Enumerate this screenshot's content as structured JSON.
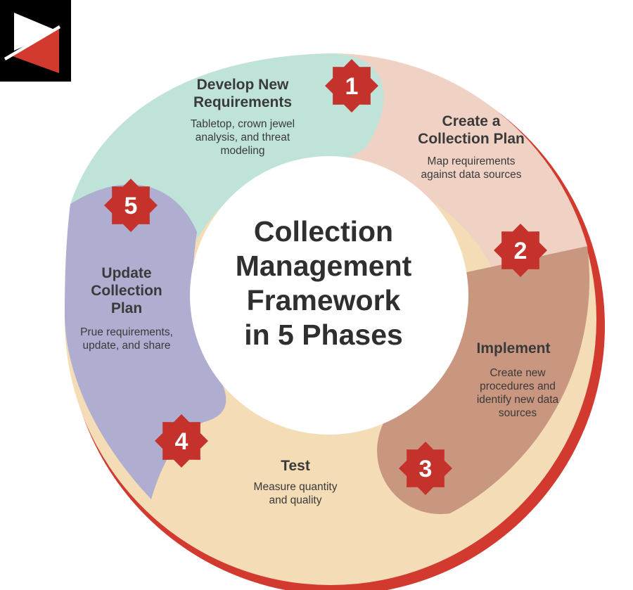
{
  "center_title": [
    "Collection",
    "Management",
    "Framework",
    "in 5 Phases"
  ],
  "phases": [
    {
      "number": "1",
      "title": [
        "Develop New",
        "Requirements"
      ],
      "description": [
        "Tabletop, crown jewel",
        "analysis, and threat",
        "modeling"
      ]
    },
    {
      "number": "2",
      "title": [
        "Create a",
        "Collection Plan"
      ],
      "description": [
        "Map requirements",
        "against data sources"
      ]
    },
    {
      "number": "3",
      "title": [
        "Implement"
      ],
      "description": [
        "Create new",
        "procedures and",
        "identify new data",
        "sources"
      ]
    },
    {
      "number": "4",
      "title": [
        "Test"
      ],
      "description": [
        "Measure quantity",
        "and quality"
      ]
    },
    {
      "number": "5",
      "title": [
        "Update",
        "Collection",
        "Plan"
      ],
      "description": [
        "Prue requirements,",
        "update, and share"
      ]
    }
  ],
  "colors": {
    "phase1": "#bfe3d8",
    "phase2": "#efd2c4",
    "phase3": "#c9967f",
    "phase4": "#f3dcb6",
    "phase5": "#b0aed0",
    "outer_ring": "#d23a2f",
    "badge": "#c5322b",
    "logo_bg": "#000000",
    "logo_red": "#d33a2f"
  }
}
